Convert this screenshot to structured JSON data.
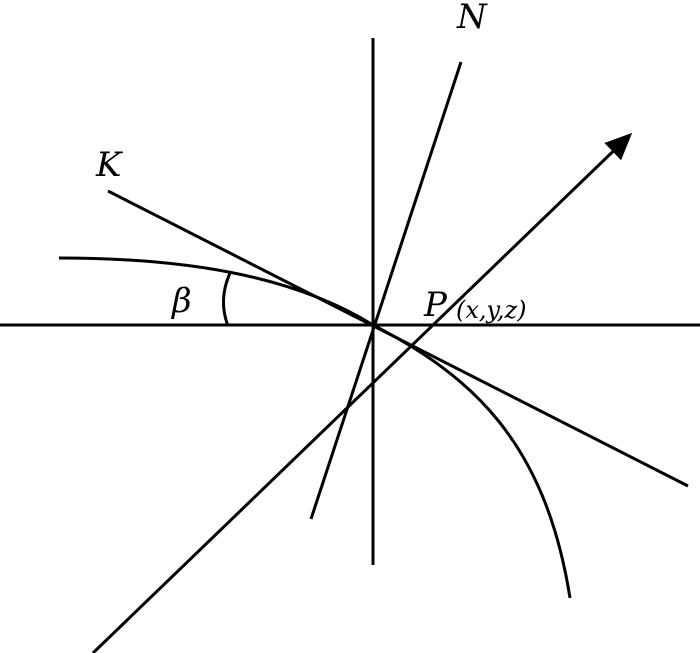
{
  "labels": {
    "n": "N",
    "k": "K",
    "beta": "β",
    "p": "P",
    "p_coords": "(x,y,z)"
  },
  "colors": {
    "ink": "#000000",
    "background": "#ffffff"
  }
}
